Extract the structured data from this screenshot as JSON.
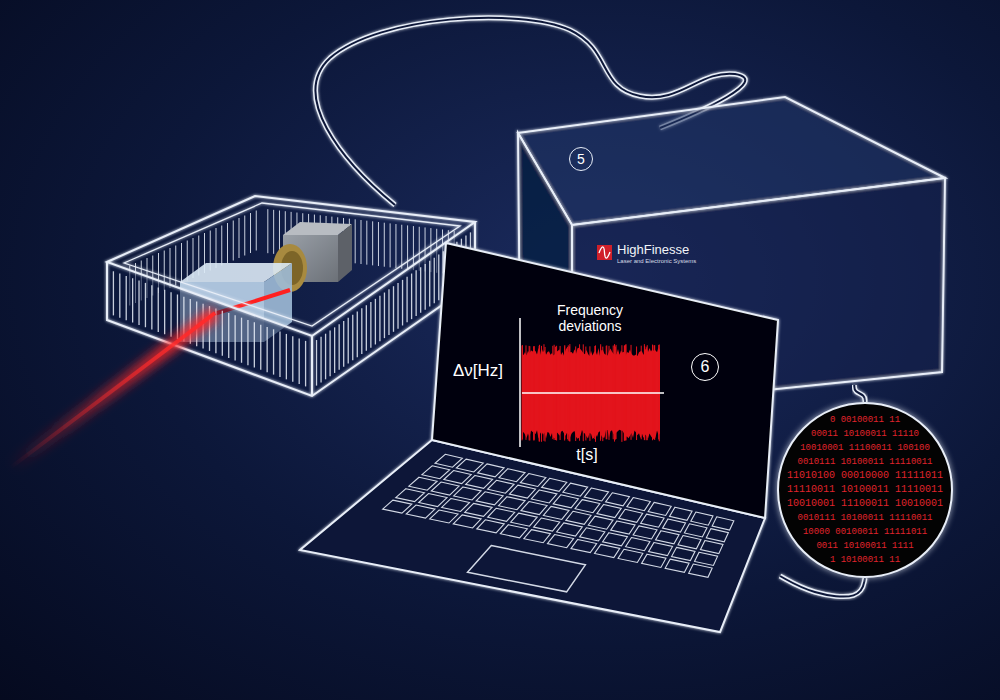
{
  "diagram": {
    "nodes": [
      {
        "text": [
          "5",
          "HighFinesse",
          "Laser and Electronic Systems"
        ]
      },
      {
        "text": [
          "Frequency deviations",
          "Δν[Hz]",
          "6",
          "t[s]"
        ]
      },
      {
        "text": [
          "0 00100011 11",
          "00011 10100011 11110",
          "10010001 11100011 100100",
          "0010111 10100011 11110011",
          "11010100 00010000 11111011",
          "11110011 10100011 11110011",
          "10010001 11100011 10010001",
          "0010111 10100011 11110011",
          "10000 00100011 11111011",
          "0011 10100011 1111",
          "1 10100011 11"
        ]
      }
    ],
    "edges": [
      {
        "from": 0,
        "to": 2,
        "arrow": "none"
      },
      {
        "from": 2,
        "to": 1,
        "arrow": "none"
      }
    ]
  }
}
